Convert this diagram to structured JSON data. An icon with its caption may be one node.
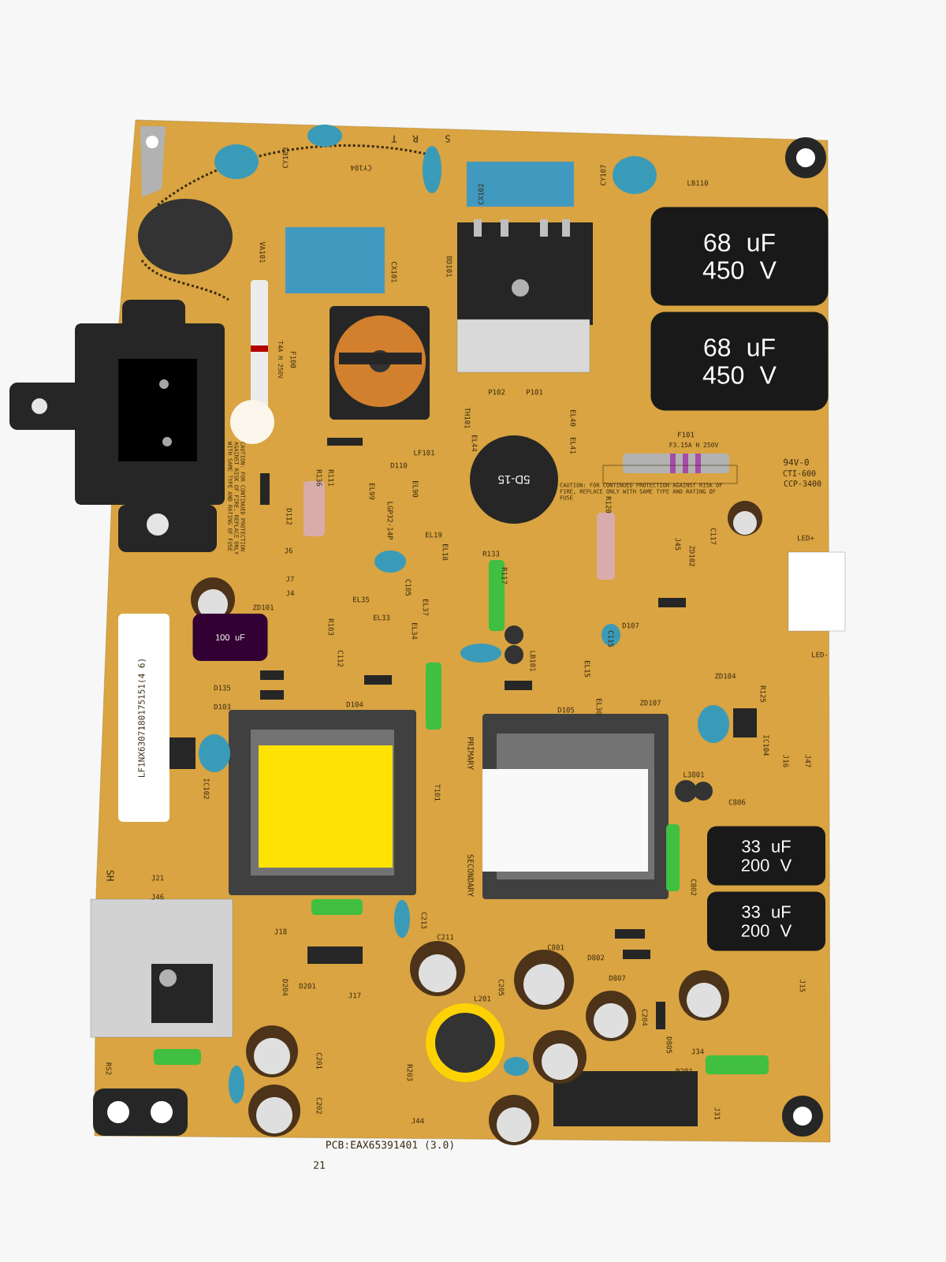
{
  "diagram": {
    "nodes": [
      {
        "text": [
          "68 uF 450 V"
        ]
      },
      {
        "text": [
          "68 uF 450 V"
        ]
      },
      {
        "text": [
          "33 uF 200 V"
        ]
      },
      {
        "text": [
          "33 uF 200 V"
        ]
      },
      {
        "text": [
          "100 uF"
        ]
      },
      {
        "text": [
          "5D-15"
        ]
      }
    ],
    "labels": [
      "T",
      "R",
      "S",
      "CY103",
      "CY104",
      "CX102",
      "CY107",
      "LB110",
      "VA101",
      "CX101",
      "BD101",
      "F100",
      "T4A H 250V",
      "LF101",
      "D110",
      "R136",
      "R111",
      "EL99",
      "EL90",
      "LGP32-14P",
      "D112",
      "CAUTION: FOR CONTINUED PROTECTION AGAINST RISK OF FIRE, REPLACE ONLY WITH SAME TYPE AND RATING OF FUSE",
      "P102",
      "P101",
      "TH101",
      "EL44",
      "EL40",
      "EL41",
      "F101",
      "F3.15A H 250V",
      "94V-0",
      "CTI-600",
      "CCP-3400",
      "CAUTION: FOR CONTINUED PROTECTION AGAINST RISK OF FIRE, REPLACE ONLY WITH SAME TYPE AND RATING OF FUSE",
      "R133",
      "R120",
      "J45",
      "ZD102",
      "C117",
      "LED+",
      "J6",
      "J7",
      "J4",
      "ZD101",
      "EL19",
      "EL18",
      "C105",
      "EL35",
      "EL33",
      "EL37",
      "EL34",
      "R117",
      "D107",
      "C115",
      "LB101",
      "EL15",
      "EL30",
      "D105",
      "D104",
      "R103",
      "C112",
      "D135",
      "D103",
      "IC102",
      "PRIMARY",
      "SECONDARY",
      "T101",
      "ZD104",
      "ZD107",
      "R125",
      "IC104",
      "J16",
      "J47",
      "L3801",
      "C806",
      "LED-",
      "SH",
      "J21",
      "J46",
      "J18",
      "C213",
      "C211",
      "D201",
      "J17",
      "D204",
      "C801",
      "D802",
      "D807",
      "C205",
      "L201",
      "C204",
      "D805",
      "J34",
      "R201",
      "J31",
      "J15",
      "C802",
      "RS2",
      "C201",
      "R203",
      "C202",
      "J44",
      "PCB:EAX65391401 (3.0)",
      "21",
      "LF1NX6307180175151(4 6)"
    ]
  }
}
